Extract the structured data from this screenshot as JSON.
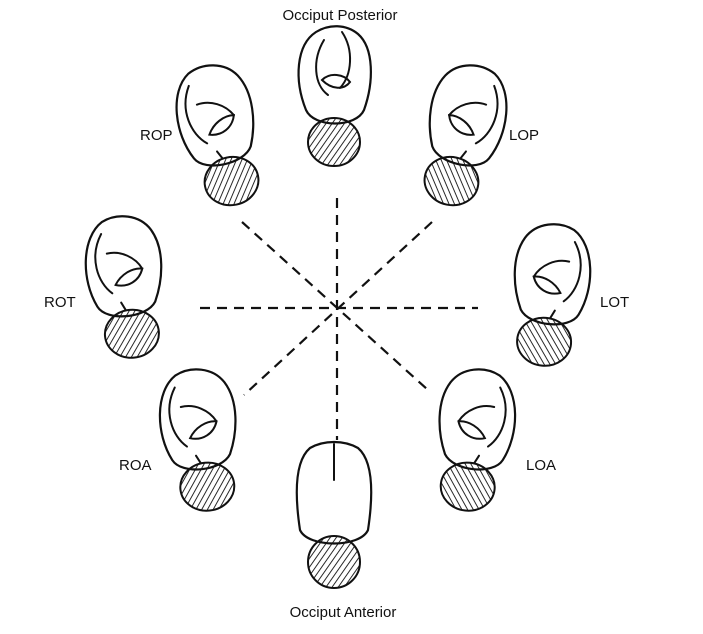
{
  "labels": {
    "top": "Occiput Posterior",
    "bottom": "Occiput  Anterior",
    "rop": "ROP",
    "lop": "LOP",
    "rot": "ROT",
    "lot": "LOT",
    "roa": "ROA",
    "loa": "LOA"
  }
}
